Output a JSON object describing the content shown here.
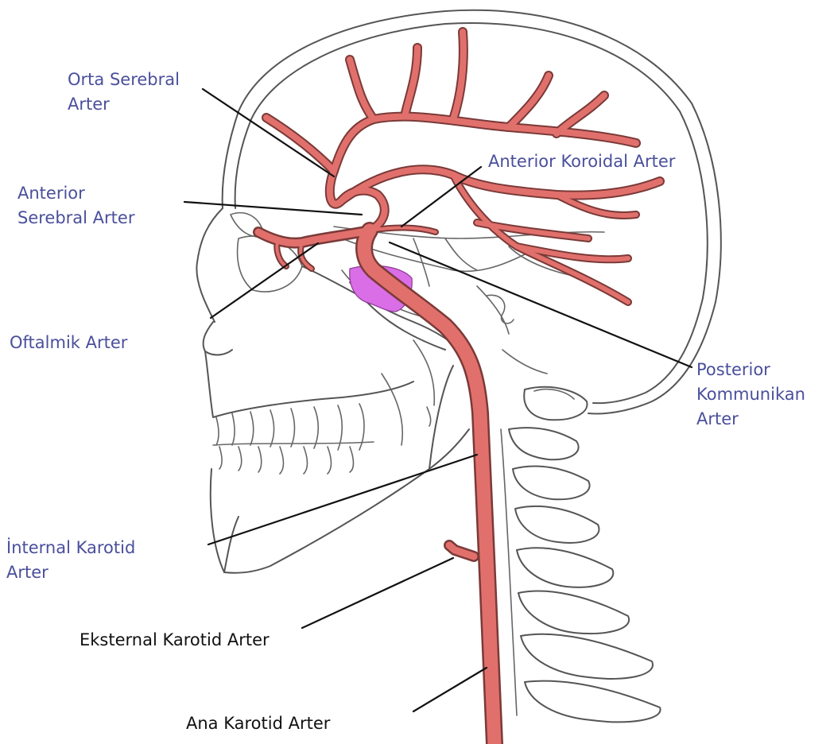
{
  "labels": {
    "orta_serebral": [
      "Orta Serebral",
      "Arter"
    ],
    "anterior_serebral": [
      "Anterior",
      "Serebral Arter"
    ],
    "oftalmik": "Oftalmik Arter",
    "anterior_koroidal": "Anterior Koroidal Arter",
    "posterior_kommunikan": [
      "Posterior",
      "Kommunikan",
      "Arter"
    ],
    "internal_karotid": [
      "İnternal Karotid",
      "Arter"
    ],
    "eksternal_karotid": "Eksternal Karotid Arter",
    "ana_karotid": "Ana Karotid Arter"
  },
  "colors": {
    "label_blue": "#4a4f9c",
    "label_black": "#111111",
    "artery": "#e1706c",
    "artery_outline": "#7a3a38",
    "pituitary": "#d96ee6",
    "sketch_outline": "#555555"
  }
}
